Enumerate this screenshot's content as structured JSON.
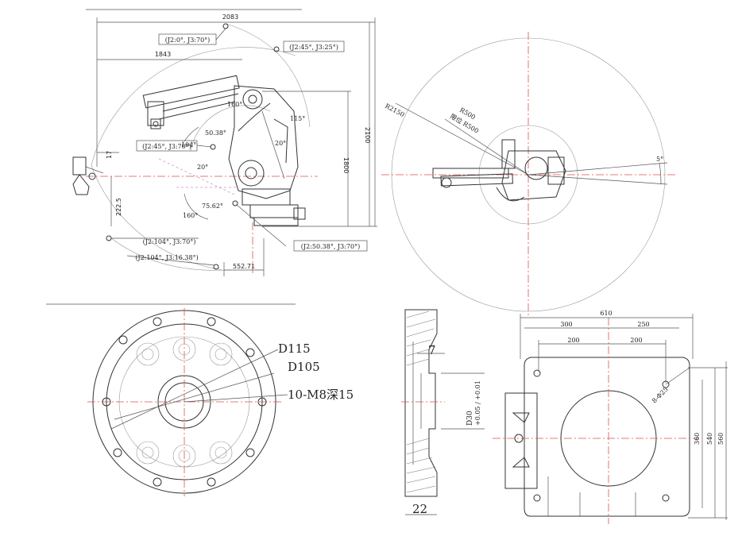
{
  "robot_side": {
    "dims": {
      "width_2083": "2083",
      "width_1843": "1843",
      "height_2100": "2100",
      "height_1800": "1800",
      "base_552_71": "552.71",
      "small_17": "17",
      "small_222_5": "222.5"
    },
    "callouts": {
      "c1": "(J2:0°, J3:70°)",
      "c2": "(J2:45°, J3:25°)",
      "c3": "(J2:45°, J3:70°)",
      "c4": "(J2:104°, J3:70°)",
      "c5": "(J2:104°, J3:16.38°)",
      "c6": "(J2:50.38°, J3:70°)"
    },
    "angles": {
      "a1": "104°",
      "a2": "50.38°",
      "a3": "20°",
      "a4": "20°",
      "a5": "160°",
      "a6": "75.62°",
      "a7": "115°",
      "a8": "160°"
    }
  },
  "robot_top": {
    "r_labels": {
      "r1": "R2150",
      "r2": "R500",
      "r3": "限位 R500"
    },
    "angle": "5°"
  },
  "flange": {
    "labels": {
      "d115": "D115",
      "d105": "D105",
      "holes": "10-M8深15"
    }
  },
  "section": {
    "labels": {
      "dim7": "7",
      "dim22": "22",
      "d30": "D30",
      "tol": "+0.05 / +0.01"
    }
  },
  "base": {
    "dims": {
      "w610": "610",
      "w300": "300",
      "w250": "250",
      "w200a": "200",
      "w200b": "200",
      "hole": "8-Φ25",
      "h360": "360",
      "h540": "540",
      "h560": "560"
    }
  }
}
